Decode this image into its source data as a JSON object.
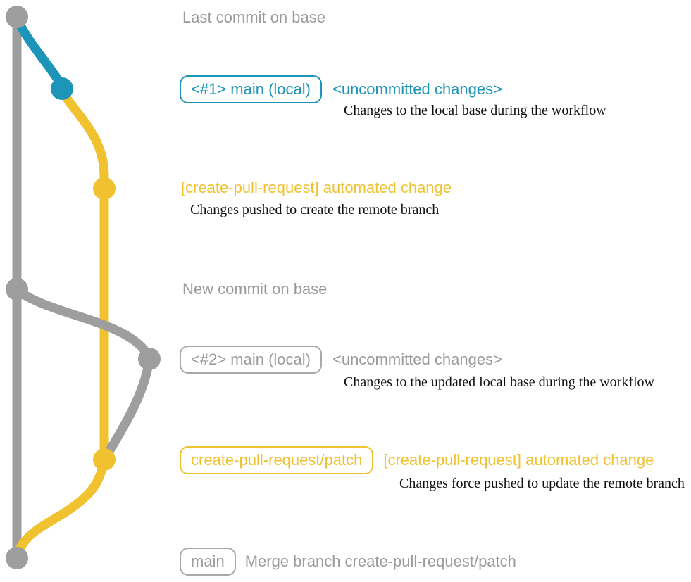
{
  "colors": {
    "base_gray": "#9b9b9b",
    "node_gray": "#9e9e9e",
    "teal": "#1d95b8",
    "yellow": "#f0c230",
    "description_text": "#111111",
    "background": "#ffffff"
  },
  "graph": {
    "commit_nodes": [
      "last-commit-on-base",
      "uncommitted-changes-1",
      "automated-change-1",
      "new-commit-on-base",
      "uncommitted-changes-2",
      "automated-change-2",
      "merge-commit"
    ]
  },
  "annotations": {
    "last_commit": {
      "title": "Last commit on base"
    },
    "main_local_1": {
      "badge": "<#1> main (local)",
      "title": "<uncommitted changes>",
      "description": "Changes to the local base during the workflow"
    },
    "automated_change_1": {
      "title": "[create-pull-request] automated change",
      "description": "Changes pushed to create the remote branch"
    },
    "new_commit": {
      "title": "New commit on base"
    },
    "main_local_2": {
      "badge": "<#2> main (local)",
      "title": "<uncommitted changes>",
      "description": "Changes to the updated local base during the workflow"
    },
    "automated_change_2": {
      "badge": "create-pull-request/patch",
      "title": "[create-pull-request] automated change",
      "description": "Changes force pushed to update the remote branch"
    },
    "merge": {
      "badge": "main",
      "title": "Merge branch create-pull-request/patch"
    }
  }
}
